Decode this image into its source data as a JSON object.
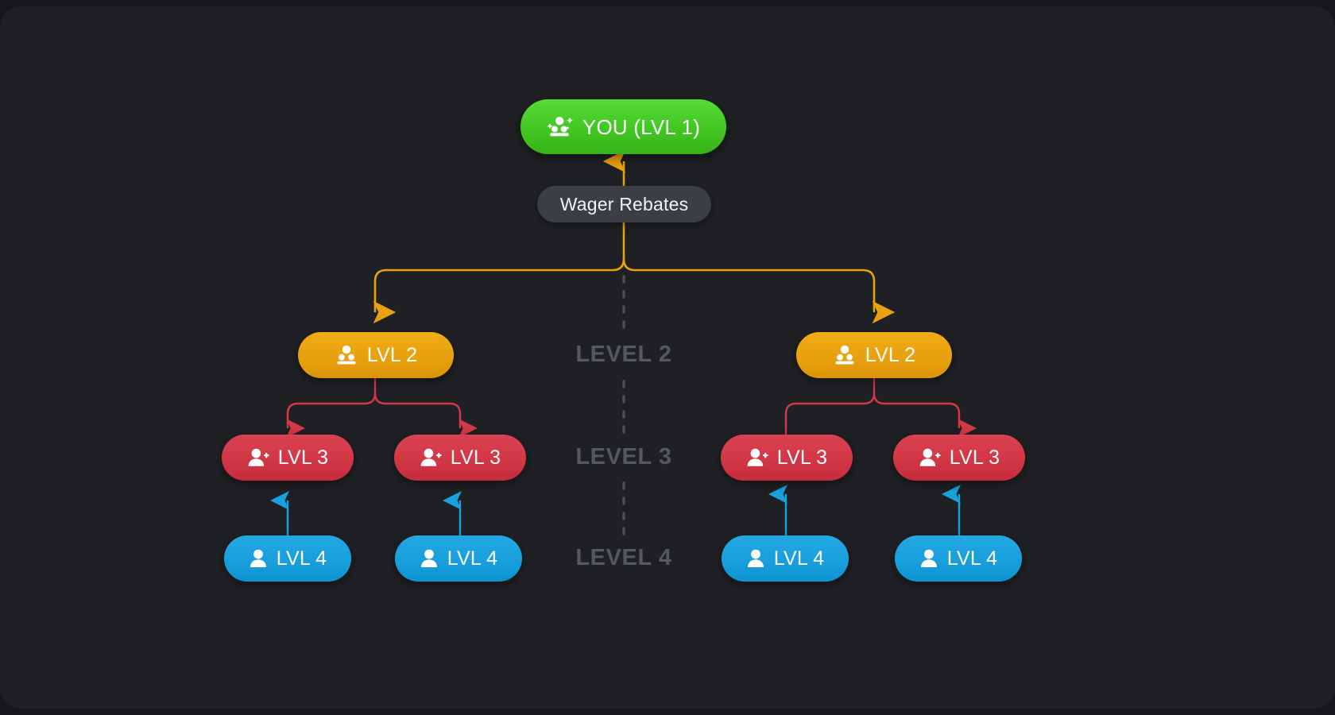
{
  "theme": {
    "background": "#1e2023",
    "outer_background": "#16171a",
    "level1_color": "#46ca25",
    "level2_color": "#e9a20f",
    "level3_color": "#d33847",
    "level4_color": "#19a0dd",
    "rail_color": "#4b4e54",
    "rail_label_color": "#55585e",
    "badge_color": "#3b3e43"
  },
  "tree": {
    "root": {
      "label": "YOU (LVL 1)",
      "icon": "users-sparkle-icon",
      "level": 1
    },
    "edge_badge": {
      "label": "Wager Rebates"
    },
    "level2": [
      {
        "label": "LVL 2",
        "icon": "users-group-icon",
        "position": "left"
      },
      {
        "label": "LVL 2",
        "icon": "users-group-icon",
        "position": "right"
      }
    ],
    "level3": [
      {
        "label": "LVL 3",
        "icon": "user-plus-icon",
        "parent": "left"
      },
      {
        "label": "LVL 3",
        "icon": "user-plus-icon",
        "parent": "left"
      },
      {
        "label": "LVL 3",
        "icon": "user-plus-icon",
        "parent": "right"
      },
      {
        "label": "LVL 3",
        "icon": "user-plus-icon",
        "parent": "right"
      }
    ],
    "level4": [
      {
        "label": "LVL 4",
        "icon": "user-icon",
        "parent": 0
      },
      {
        "label": "LVL 4",
        "icon": "user-icon",
        "parent": 1
      },
      {
        "label": "LVL 4",
        "icon": "user-icon",
        "parent": 2
      },
      {
        "label": "LVL 4",
        "icon": "user-icon",
        "parent": 3
      }
    ]
  },
  "rail": {
    "labels": [
      "LEVEL 2",
      "LEVEL 3",
      "LEVEL 4"
    ]
  }
}
